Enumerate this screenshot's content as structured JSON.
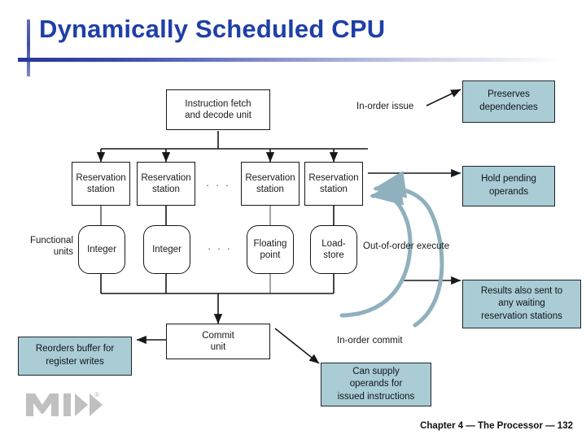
{
  "slide": {
    "title": "Dynamically Scheduled CPU",
    "footer": "Chapter 4 — The Processor — 132",
    "logo_name": "MK",
    "logo_reg": "®",
    "accent_blue": "#1f3fa8",
    "callout_fill": "#a9ccd5",
    "arrow_gray": "#8fb0bd"
  },
  "diagram": {
    "blocks": {
      "fetch_decode": "Instruction fetch\nand decode unit",
      "rs1": "Reservation\nstation",
      "rs2": "Reservation\nstation",
      "rs3": "Reservation\nstation",
      "rs4": "Reservation\nstation",
      "fu1": "Integer",
      "fu2": "Integer",
      "fu3": "Floating\npoint",
      "fu4": "Load-\nstore",
      "commit": "Commit\nunit"
    },
    "labels": {
      "functional_units": "Functional\nunits",
      "in_order_issue": "In-order issue",
      "out_of_order_execute": "Out-of-order execute",
      "in_order_commit": "In-order commit",
      "ellipsis_rs": "· · ·",
      "ellipsis_fu": "· · ·"
    }
  },
  "callouts": [
    {
      "id": "preserves-dependencies",
      "text": "Preserves\ndependencies"
    },
    {
      "id": "hold-pending-operands",
      "text": "Hold pending\noperands"
    },
    {
      "id": "results-also-sent",
      "text": "Results also sent to\nany waiting\nreservation stations"
    },
    {
      "id": "reorders-buffer",
      "text": "Reorders buffer for\nregister writes"
    },
    {
      "id": "can-supply-operands",
      "text": "Can supply\noperands for\nissued instructions"
    }
  ]
}
